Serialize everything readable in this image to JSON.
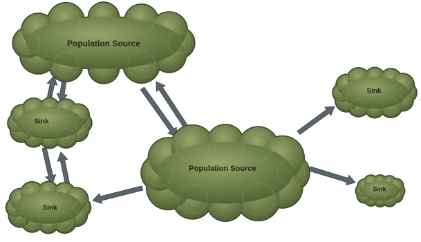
{
  "diagram": {
    "nodes": {
      "source_top": {
        "label": "Population Source"
      },
      "source_center": {
        "label": "Population Source"
      },
      "sink_left_upper": {
        "label": "Sink"
      },
      "sink_left_lower": {
        "label": "Sink"
      },
      "sink_right_upper": {
        "label": "Sink"
      },
      "sink_right_lower": {
        "label": "Sink"
      }
    },
    "edges": [
      {
        "from": "source_top",
        "to": "sink_left_upper"
      },
      {
        "from": "sink_left_upper",
        "to": "source_top"
      },
      {
        "from": "source_top",
        "to": "source_center"
      },
      {
        "from": "source_center",
        "to": "source_top"
      },
      {
        "from": "sink_left_upper",
        "to": "sink_left_lower"
      },
      {
        "from": "sink_left_lower",
        "to": "sink_left_upper"
      },
      {
        "from": "source_center",
        "to": "sink_left_lower"
      },
      {
        "from": "source_center",
        "to": "sink_right_upper"
      },
      {
        "from": "source_center",
        "to": "sink_right_lower"
      }
    ],
    "colors": {
      "cloud_fill": "#6e7f4a",
      "cloud_highlight": "#97a56c",
      "cloud_edge": "#3d4a26",
      "arrow": "#5b6468",
      "arrow_edge": "#3a4245",
      "label": "#1f2616"
    }
  }
}
